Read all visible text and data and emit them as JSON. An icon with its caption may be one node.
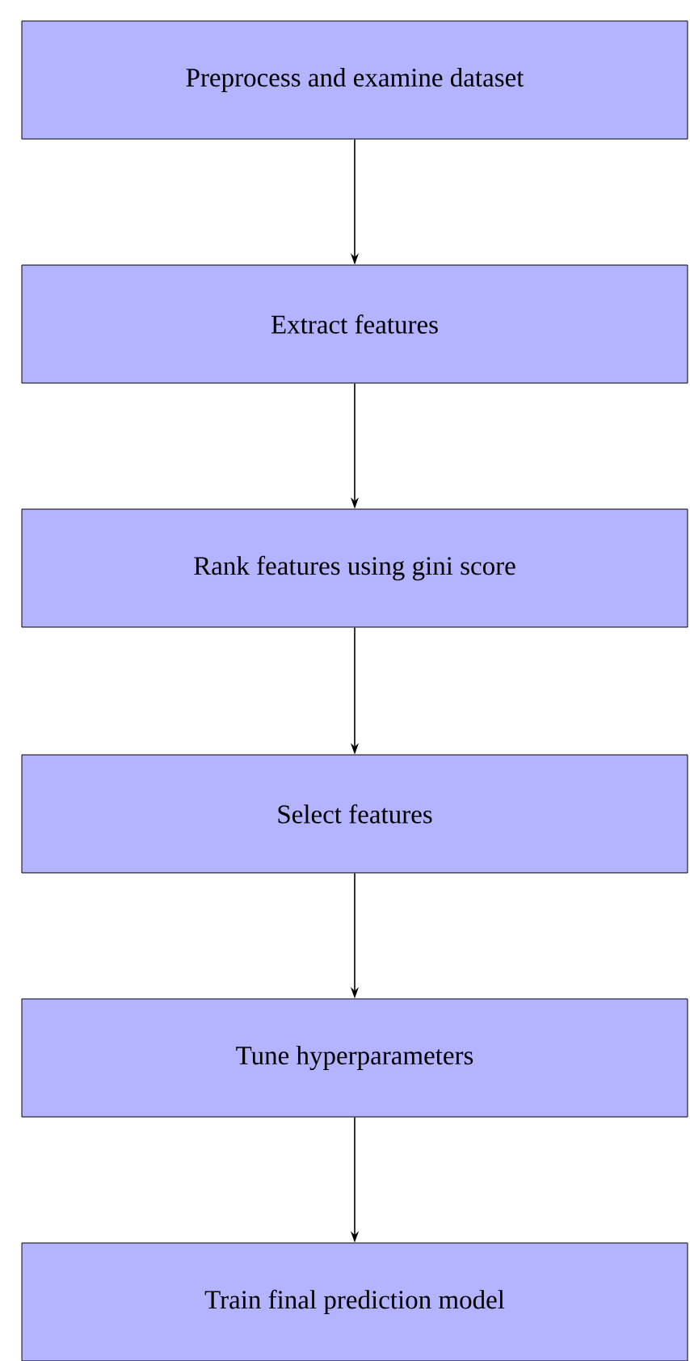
{
  "diagram": {
    "nodes": [
      {
        "text": [
          "Preprocess and examine dataset"
        ]
      },
      {
        "text": [
          "Extract features"
        ]
      },
      {
        "text": [
          "Rank features using gini score"
        ]
      },
      {
        "text": [
          "Select features"
        ]
      },
      {
        "text": [
          "Tune hyperparameters"
        ]
      },
      {
        "text": [
          "Train final prediction model"
        ]
      }
    ],
    "edges": [
      {
        "from": 0,
        "to": 1,
        "arrow": "to"
      },
      {
        "from": 1,
        "to": 2,
        "arrow": "to"
      },
      {
        "from": 2,
        "to": 3,
        "arrow": "to"
      },
      {
        "from": 3,
        "to": 4,
        "arrow": "to"
      },
      {
        "from": 4,
        "to": 5,
        "arrow": "to"
      }
    ]
  }
}
